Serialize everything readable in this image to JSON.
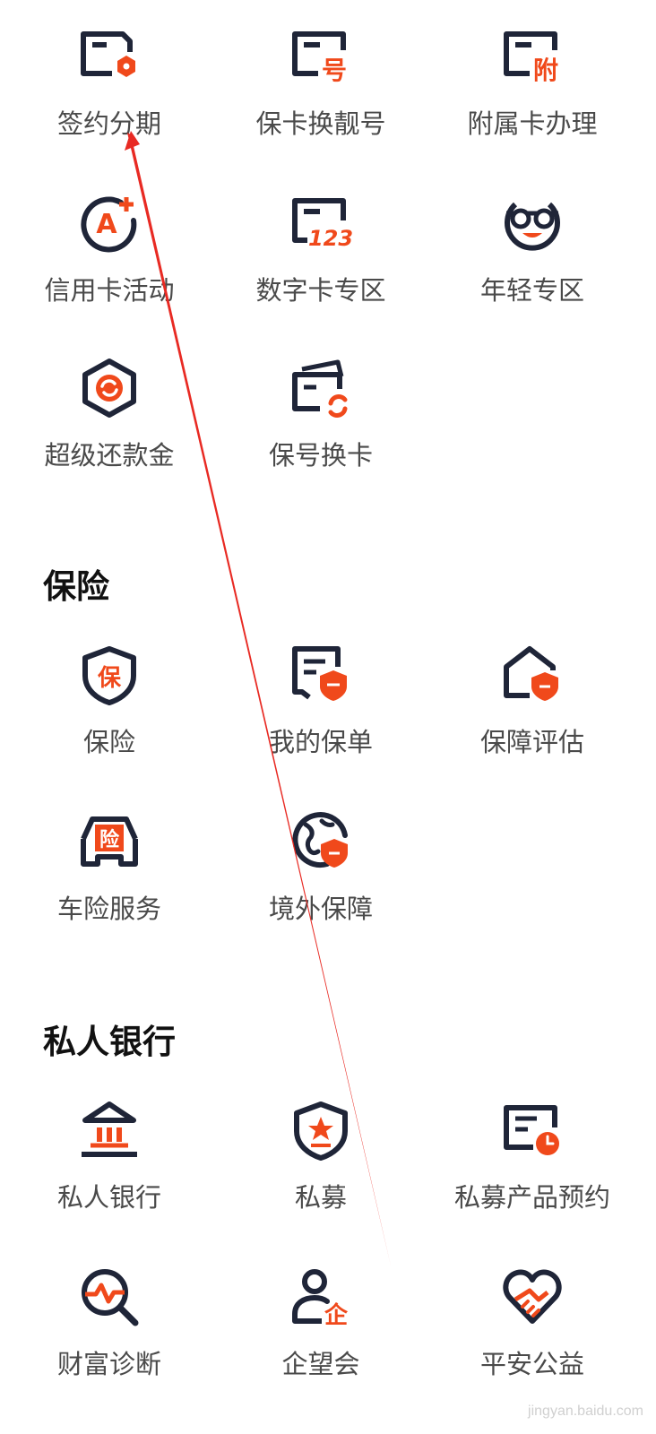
{
  "colors": {
    "navy": "#1f2538",
    "accent": "#f0491b",
    "annotation": "#e82a23"
  },
  "sections": {
    "credit_card": {
      "items": [
        {
          "label": "签约分期",
          "icon": "card-hexagon-icon"
        },
        {
          "label": "保卡换靓号",
          "icon": "card-number-icon"
        },
        {
          "label": "附属卡办理",
          "icon": "card-attach-icon"
        },
        {
          "label": "信用卡活动",
          "icon": "a-plus-badge-icon"
        },
        {
          "label": "数字卡专区",
          "icon": "card-123-icon"
        },
        {
          "label": "年轻专区",
          "icon": "glasses-face-icon"
        },
        {
          "label": "超级还款金",
          "icon": "hexagon-refresh-icon"
        },
        {
          "label": "保号换卡",
          "icon": "card-swap-icon"
        }
      ]
    },
    "insurance": {
      "title": "保险",
      "items": [
        {
          "label": "保险",
          "icon": "shield-bao-icon"
        },
        {
          "label": "我的保单",
          "icon": "policy-document-icon"
        },
        {
          "label": "保障评估",
          "icon": "house-shield-icon"
        },
        {
          "label": "车险服务",
          "icon": "car-insurance-icon"
        },
        {
          "label": "境外保障",
          "icon": "globe-shield-icon"
        }
      ]
    },
    "private_banking": {
      "title": "私人银行",
      "items": [
        {
          "label": "私人银行",
          "icon": "bank-building-icon"
        },
        {
          "label": "私募",
          "icon": "shield-star-icon"
        },
        {
          "label": "私募产品预约",
          "icon": "card-clock-icon"
        },
        {
          "label": "财富诊断",
          "icon": "magnifier-pulse-icon"
        },
        {
          "label": "企望会",
          "icon": "person-enterprise-icon"
        },
        {
          "label": "平安公益",
          "icon": "heart-handshake-icon"
        }
      ]
    }
  },
  "watermark": "jingyan.baidu.com"
}
